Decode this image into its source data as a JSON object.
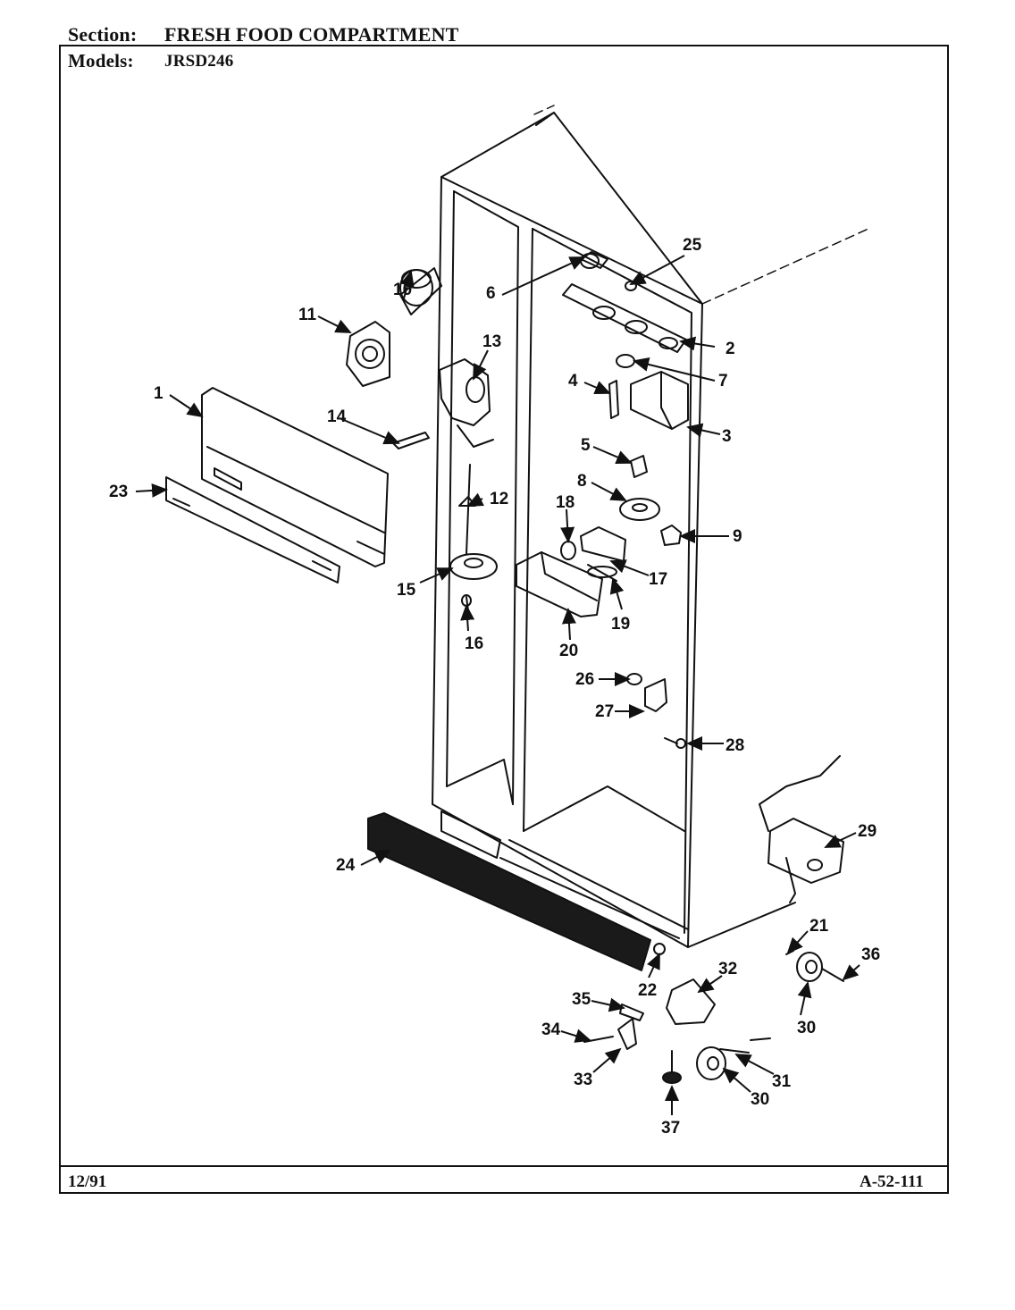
{
  "header": {
    "section_label": "Section:",
    "section_value": "FRESH FOOD COMPARTMENT",
    "models_label": "Models:",
    "models_value": "JRSD246"
  },
  "footer": {
    "date": "12/91",
    "code": "A-52-111"
  },
  "callouts": [
    "1",
    "2",
    "3",
    "4",
    "5",
    "6",
    "7",
    "8",
    "9",
    "10",
    "11",
    "12",
    "13",
    "14",
    "15",
    "16",
    "17",
    "18",
    "19",
    "20",
    "21",
    "22",
    "23",
    "24",
    "25",
    "26",
    "27",
    "28",
    "29",
    "30",
    "30",
    "31",
    "32",
    "33",
    "34",
    "35",
    "36",
    "37"
  ]
}
